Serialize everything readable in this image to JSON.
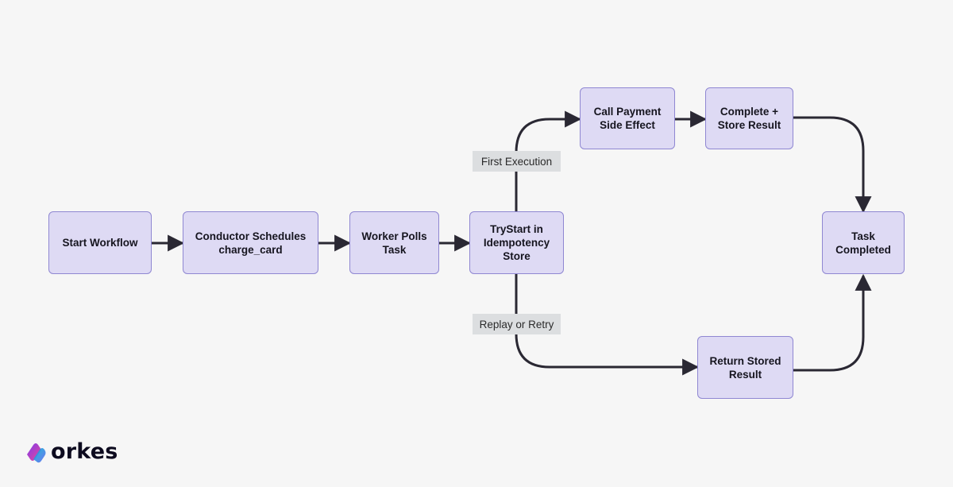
{
  "nodes": {
    "start": "Start Workflow",
    "schedule": "Conductor Schedules\ncharge_card",
    "poll": "Worker Polls\nTask",
    "trystart": "TryStart in\nIdempotency\nStore",
    "payment": "Call Payment\nSide Effect",
    "complete": "Complete +\nStore Result",
    "done": "Task\nCompleted",
    "return": "Return Stored\nResult"
  },
  "edge_labels": {
    "first": "First Execution",
    "replay": "Replay or Retry"
  },
  "logo": {
    "text": "orkes"
  },
  "colors": {
    "node_fill": "#dedaf4",
    "node_border": "#8f87d2",
    "edge": "#2a2833",
    "label_fill": "#dcdee0",
    "background": "#f6f6f6"
  }
}
